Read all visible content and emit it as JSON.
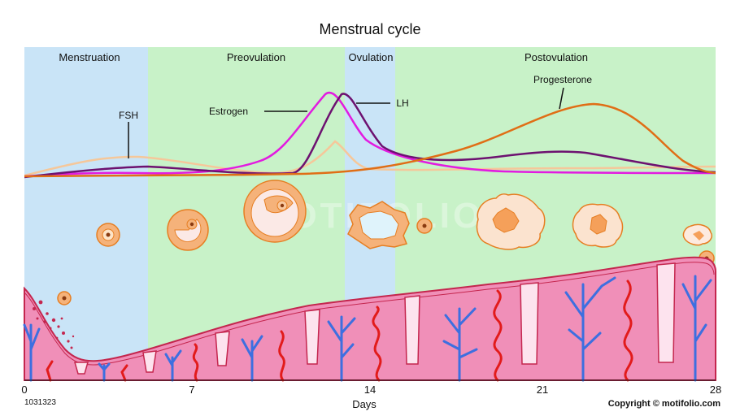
{
  "title": "Menstrual cycle",
  "phases": [
    {
      "label": "Menstruation",
      "color": "#c9e4f7"
    },
    {
      "label": "Preovulation",
      "color": "#c8f2c8"
    },
    {
      "label": "Ovulation",
      "color": "#c9e4f7"
    },
    {
      "label": "Postovulation",
      "color": "#c8f2c8"
    }
  ],
  "hormones": {
    "fsh": {
      "label": "FSH",
      "color": "#f5c79a"
    },
    "estrogen": {
      "label": "Estrogen",
      "color": "#e21be0"
    },
    "lh": {
      "label": "LH",
      "color": "#6d1170"
    },
    "progesterone": {
      "label": "Progesterone",
      "color": "#e06e16"
    }
  },
  "x_axis": {
    "label": "Days",
    "ticks": [
      "0",
      "7",
      "14",
      "21",
      "28"
    ]
  },
  "watermark": "MOTIFOLIO",
  "image_id": "1031323",
  "copyright": "Copyright © motifolio.com",
  "colors": {
    "endometrium": "#f08fb8",
    "endometrium_edge": "#c4264e",
    "vein": "#3d6fe0",
    "artery": "#e21b1b",
    "follicle": "#f5b27a",
    "follicle_edge": "#e67e22"
  }
}
